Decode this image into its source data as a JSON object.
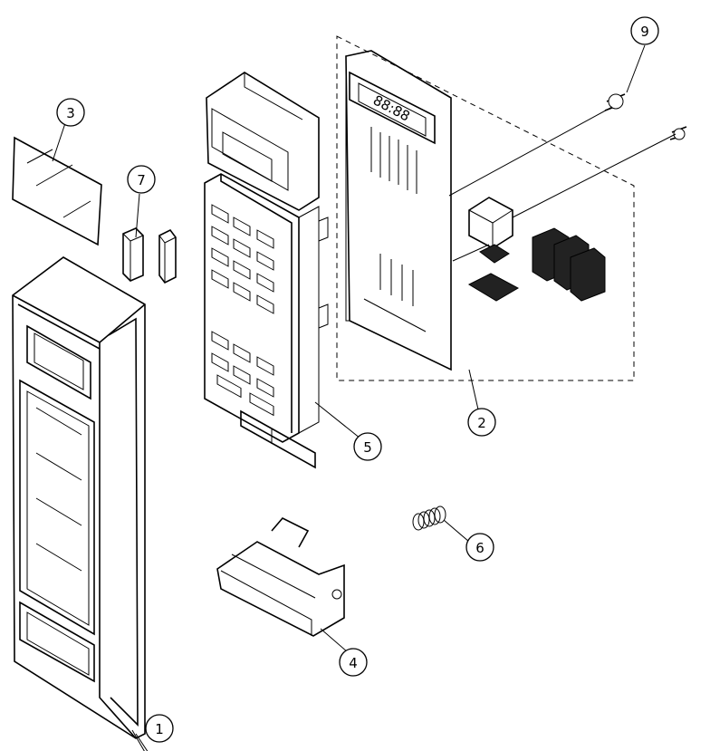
{
  "diagram": {
    "callouts": [
      {
        "id": "1",
        "label": "1"
      },
      {
        "id": "2",
        "label": "2"
      },
      {
        "id": "3",
        "label": "3"
      },
      {
        "id": "4",
        "label": "4"
      },
      {
        "id": "5",
        "label": "5"
      },
      {
        "id": "6",
        "label": "6"
      },
      {
        "id": "7",
        "label": "7"
      },
      {
        "id": "9",
        "label": "9"
      }
    ],
    "display_digits": "88:88"
  }
}
